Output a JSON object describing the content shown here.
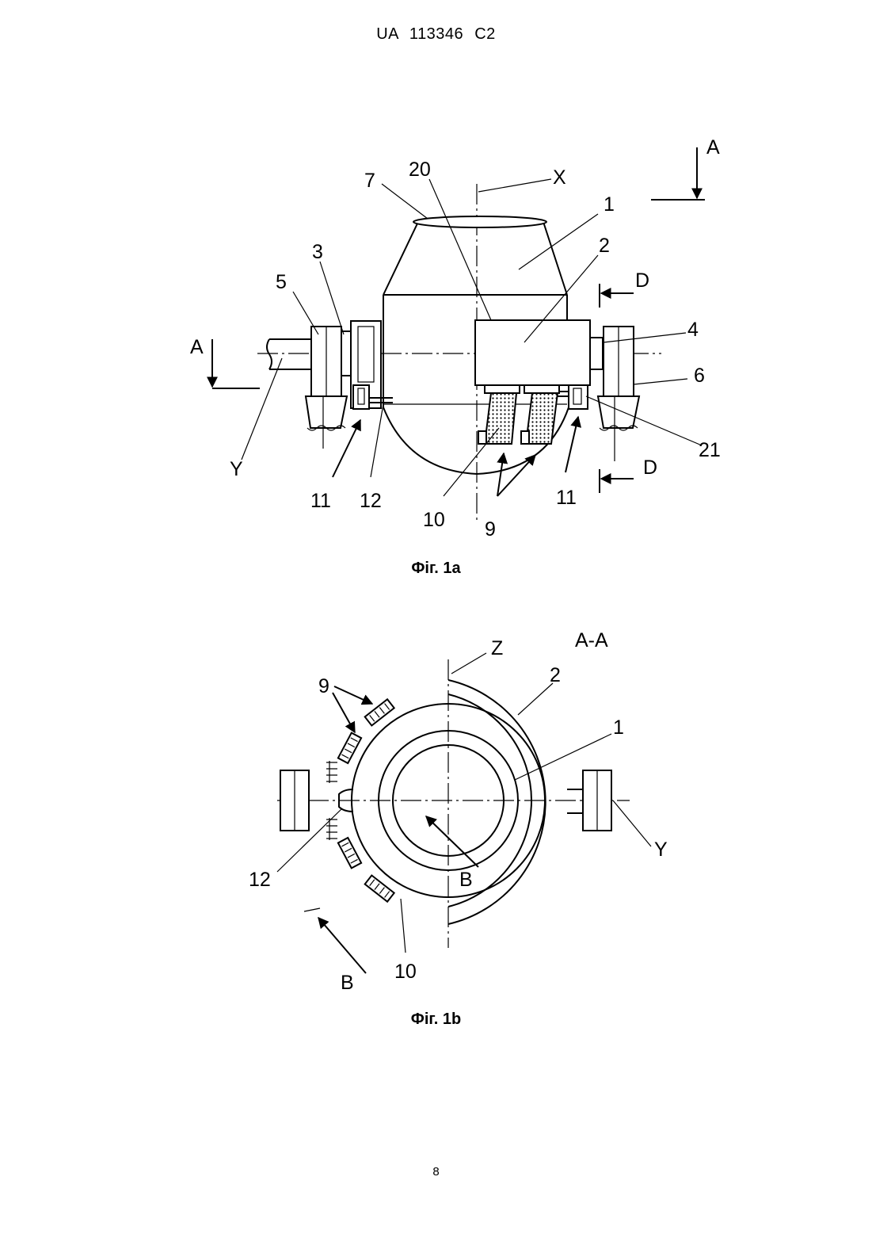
{
  "header": {
    "text": "UA 113346 C2"
  },
  "figures": [
    {
      "caption": "Фіг. 1a",
      "labels": {
        "A_top": "A",
        "X": "X",
        "n20": "20",
        "n7": "7",
        "n1": "1",
        "n2": "2",
        "n3": "3",
        "n5": "5",
        "D_top": "D",
        "n4": "4",
        "A_left": "A",
        "n6": "6",
        "n21": "21",
        "Y": "Y",
        "n11_left": "11",
        "n12": "12",
        "n10": "10",
        "n9": "9",
        "n11_right": "11",
        "D_bottom": "D"
      }
    },
    {
      "caption": "Фіг. 1b",
      "labels": {
        "section": "A-A",
        "Z": "Z",
        "n2": "2",
        "n9": "9",
        "n1": "1",
        "Y": "Y",
        "n12": "12",
        "B_inner": "B",
        "n10": "10",
        "B_outer": "B"
      }
    }
  ],
  "page_number": "8"
}
